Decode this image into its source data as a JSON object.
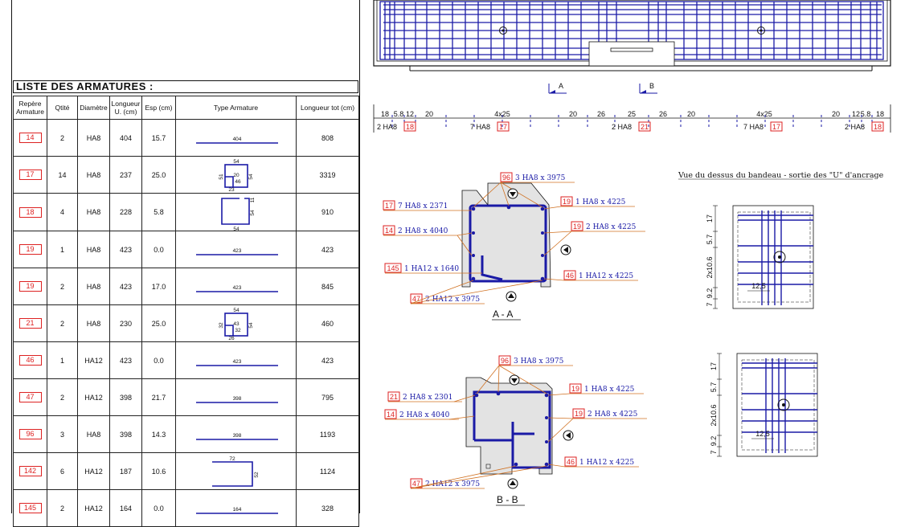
{
  "list": {
    "title": "LISTE DES ARMATURES :",
    "headers": {
      "repere": "Repère Armature",
      "qtite": "Qtité",
      "diametre": "Diamètre",
      "longueur_u": "Longueur U. (cm)",
      "esp": "Esp (cm)",
      "type": "Type Armature",
      "longueur_tot": "Longueur tot (cm)"
    },
    "rows": [
      {
        "repere": "14",
        "qtite": "2",
        "diametre": "HA8",
        "longueur_u": "404",
        "esp": "15.7",
        "shape": "straight",
        "dims": [
          "404"
        ],
        "longueur_tot": "808"
      },
      {
        "repere": "17",
        "qtite": "14",
        "diametre": "HA8",
        "longueur_u": "237",
        "esp": "25.0",
        "shape": "stirrup-inner",
        "dims": [
          "54",
          "51",
          "20",
          "46",
          "23",
          "54"
        ],
        "longueur_tot": "3319"
      },
      {
        "repere": "18",
        "qtite": "4",
        "diametre": "HA8",
        "longueur_u": "228",
        "esp": "5.8",
        "shape": "stirrup-open",
        "dims": [
          "11",
          "54",
          "54"
        ],
        "longueur_tot": "910"
      },
      {
        "repere": "19",
        "qtite": "1",
        "diametre": "HA8",
        "longueur_u": "423",
        "esp": "0.0",
        "shape": "straight",
        "dims": [
          "423"
        ],
        "longueur_tot": "423"
      },
      {
        "repere": "19",
        "qtite": "2",
        "diametre": "HA8",
        "longueur_u": "423",
        "esp": "17.0",
        "shape": "straight",
        "dims": [
          "423"
        ],
        "longueur_tot": "845"
      },
      {
        "repere": "21",
        "qtite": "2",
        "diametre": "HA8",
        "longueur_u": "230",
        "esp": "25.0",
        "shape": "stirrup-inner",
        "dims": [
          "54",
          "32",
          "43",
          "32",
          "26",
          "54"
        ],
        "longueur_tot": "460"
      },
      {
        "repere": "46",
        "qtite": "1",
        "diametre": "HA12",
        "longueur_u": "423",
        "esp": "0.0",
        "shape": "straight",
        "dims": [
          "423"
        ],
        "longueur_tot": "423"
      },
      {
        "repere": "47",
        "qtite": "2",
        "diametre": "HA12",
        "longueur_u": "398",
        "esp": "21.7",
        "shape": "straight",
        "dims": [
          "398"
        ],
        "longueur_tot": "795"
      },
      {
        "repere": "96",
        "qtite": "3",
        "diametre": "HA8",
        "longueur_u": "398",
        "esp": "14.3",
        "shape": "straight",
        "dims": [
          "398"
        ],
        "longueur_tot": "1193"
      },
      {
        "repere": "142",
        "qtite": "6",
        "diametre": "HA12",
        "longueur_u": "187",
        "esp": "10.6",
        "shape": "u-bar",
        "dims": [
          "72",
          "52"
        ],
        "longueur_tot": "1124"
      },
      {
        "repere": "145",
        "qtite": "2",
        "diametre": "HA12",
        "longueur_u": "164",
        "esp": "0.0",
        "shape": "straight",
        "dims": [
          "164"
        ],
        "longueur_tot": "328"
      }
    ]
  },
  "elevation": {
    "section_a_marker": "A",
    "section_b_marker": "B",
    "spacing_dims": [
      "18",
      "5.8",
      "12",
      "20",
      "4x25",
      "20",
      "26",
      "25",
      "26",
      "20",
      "4x25",
      "20",
      "12",
      "5.8",
      "18"
    ],
    "stirrup_labels": [
      {
        "text": "2 HA8",
        "ref": "18"
      },
      {
        "text": "7 HA8",
        "ref": "17"
      },
      {
        "text": "2 HA8",
        "ref": "21"
      },
      {
        "text": "7 HA8",
        "ref": "17"
      },
      {
        "text": "2 HA8",
        "ref": "18"
      }
    ]
  },
  "section_aa": {
    "title": "A  -  A",
    "callouts": [
      {
        "ref": "96",
        "text": "3 HA8 x 3975"
      },
      {
        "ref": "17",
        "text": "7 HA8 x 2371"
      },
      {
        "ref": "19",
        "text": "1 HA8 x 4225"
      },
      {
        "ref": "14",
        "text": "2 HA8 x 4040"
      },
      {
        "ref": "19",
        "text": "2 HA8 x 4225"
      },
      {
        "ref": "145",
        "text": "1 HA12 x 1640"
      },
      {
        "ref": "46",
        "text": "1 HA12 x 4225"
      },
      {
        "ref": "47",
        "text": "2 HA12 x 3975"
      }
    ]
  },
  "section_bb": {
    "title": "B  -  B",
    "callouts": [
      {
        "ref": "96",
        "text": "3 HA8 x 3975"
      },
      {
        "ref": "19",
        "text": "1 HA8 x 4225"
      },
      {
        "ref": "21",
        "text": "2 HA8 x 2301"
      },
      {
        "ref": "14",
        "text": "2 HA8 x 4040"
      },
      {
        "ref": "19",
        "text": "2 HA8 x 4225"
      },
      {
        "ref": "46",
        "text": "1 HA12 x 4225"
      },
      {
        "ref": "47",
        "text": "2 HA12 x 3975"
      }
    ]
  },
  "top_view": {
    "title": "Vue du dessus du bandeau - sortie des \"U\" d'ancrage",
    "dims_upper": [
      "17",
      "5.7",
      "2x10.6",
      "9.2",
      "7",
      "12,5"
    ],
    "dims_lower": [
      "17",
      "5.7",
      "2x10.6",
      "9.2",
      "7",
      "12,5"
    ]
  },
  "colors": {
    "rebar": "#1a1aa6",
    "ref_box": "#d22222",
    "leader": "#d07020",
    "concrete": "#e3e3e3"
  }
}
